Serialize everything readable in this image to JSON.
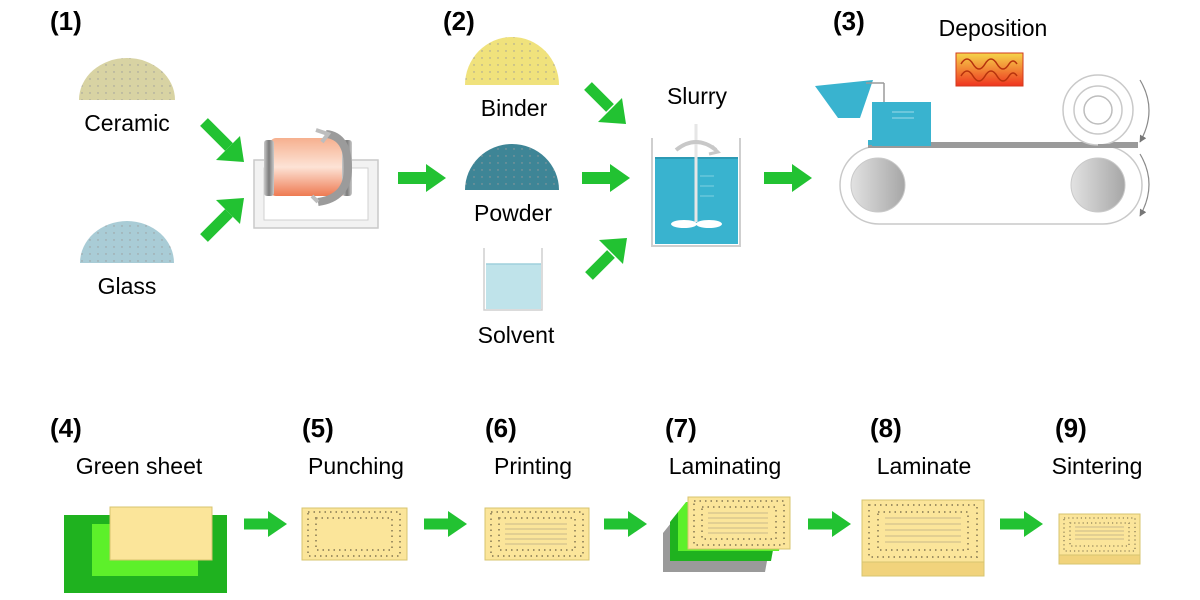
{
  "steps": {
    "s1": "(1)",
    "s2": "(2)",
    "s3": "(3)",
    "s4": "(4)",
    "s5": "(5)",
    "s6": "(6)",
    "s7": "(7)",
    "s8": "(8)",
    "s9": "(9)"
  },
  "labels": {
    "ceramic": "Ceramic",
    "glass": "Glass",
    "binder": "Binder",
    "powder": "Powder",
    "solvent": "Solvent",
    "slurry": "Slurry",
    "deposition": "Deposition",
    "green_sheet": "Green sheet",
    "punching": "Punching",
    "printing": "Printing",
    "laminating": "Laminating",
    "laminate": "Laminate",
    "sintering": "Sintering"
  },
  "colors": {
    "arrow": "#22c232",
    "ceramic_pile": "#d8d3a3",
    "glass_pile": "#a9ccd6",
    "binder_pile": "#f0e27c",
    "powder_pile": "#3e8596",
    "slurry": "#39b3cf",
    "sheet_yellow": "#fbe59a",
    "sheet_green": "#1fb21f",
    "sheet_lightgreen": "#5df02a"
  }
}
